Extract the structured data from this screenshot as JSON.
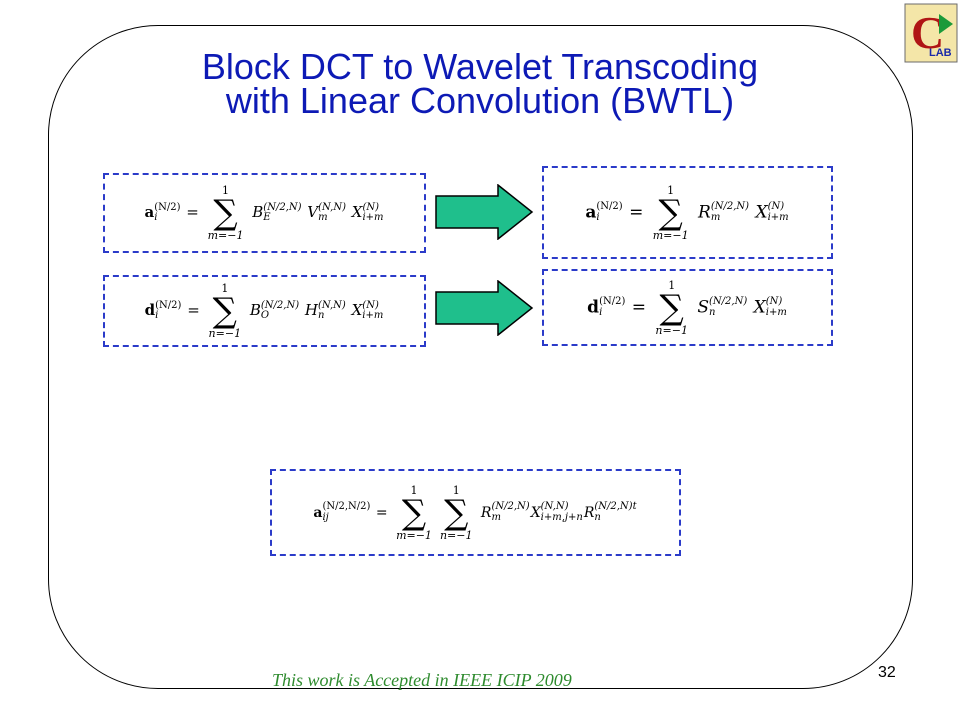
{
  "slide": {
    "title_line1": "Block DCT to Wavelet Transcoding",
    "title_line2": "with Linear Convolution (BWTL)",
    "footnote": "This work is Accepted in IEEE ICIP 2009",
    "page_number": "32",
    "logo_letter": "C",
    "logo_text": "LAB"
  },
  "equations": {
    "a_left": {
      "lhs": "a",
      "lhs_sub": "i",
      "lhs_sup": "(N/2)",
      "lim_top": "1",
      "lim_bot": "m=−1",
      "t1": "B",
      "t1_sub": "E",
      "t1_sup": "(N/2,N)",
      "t2": "V",
      "t2_sub": "m",
      "t2_sup": "(N,N)",
      "t3": "X",
      "t3_sub": "i+m",
      "t3_sup": "(N)"
    },
    "a_right": {
      "lhs": "a",
      "lhs_sub": "i",
      "lhs_sup": "(N/2)",
      "lim_top": "1",
      "lim_bot": "m=−1",
      "t1": "R",
      "t1_sub": "m",
      "t1_sup": "(N/2,N)",
      "t2": "X",
      "t2_sub": "i+m",
      "t2_sup": "(N)"
    },
    "d_left": {
      "lhs": "d",
      "lhs_sub": "i",
      "lhs_sup": "(N/2)",
      "lim_top": "1",
      "lim_bot": "n=−1",
      "t1": "B",
      "t1_sub": "O",
      "t1_sup": "(N/2,N)",
      "t2": "H",
      "t2_sub": "n",
      "t2_sup": "(N,N)",
      "t3": "X",
      "t3_sub": "i+m",
      "t3_sup": "(N)"
    },
    "d_right": {
      "lhs": "d",
      "lhs_sub": "i",
      "lhs_sup": "(N/2)",
      "lim_top": "1",
      "lim_bot": "n=−1",
      "t1": "S",
      "t1_sub": "n",
      "t1_sup": "(N/2,N)",
      "t2": "X",
      "t2_sub": "i+m",
      "t2_sup": "(N)"
    },
    "a2d": {
      "lhs": "a",
      "lhs_sub": "ij",
      "lhs_sup": "(N/2,N/2)",
      "lim1_top": "1",
      "lim1_bot": "m=−1",
      "lim2_top": "1",
      "lim2_bot": "n=−1",
      "t1": "R",
      "t1_sub": "m",
      "t1_sup": "(N/2,N)",
      "t2": "X",
      "t2_sub": "i+m,j+n",
      "t2_sup": "(N,N)",
      "t3": "R",
      "t3_sub": "n",
      "t3_sup": "(N/2,N)t"
    }
  },
  "colors": {
    "title": "#0d1ab5",
    "dash_border": "#2b3bc9",
    "arrow_fill": "#1fbf8c",
    "footnote": "#2e8b2e"
  }
}
